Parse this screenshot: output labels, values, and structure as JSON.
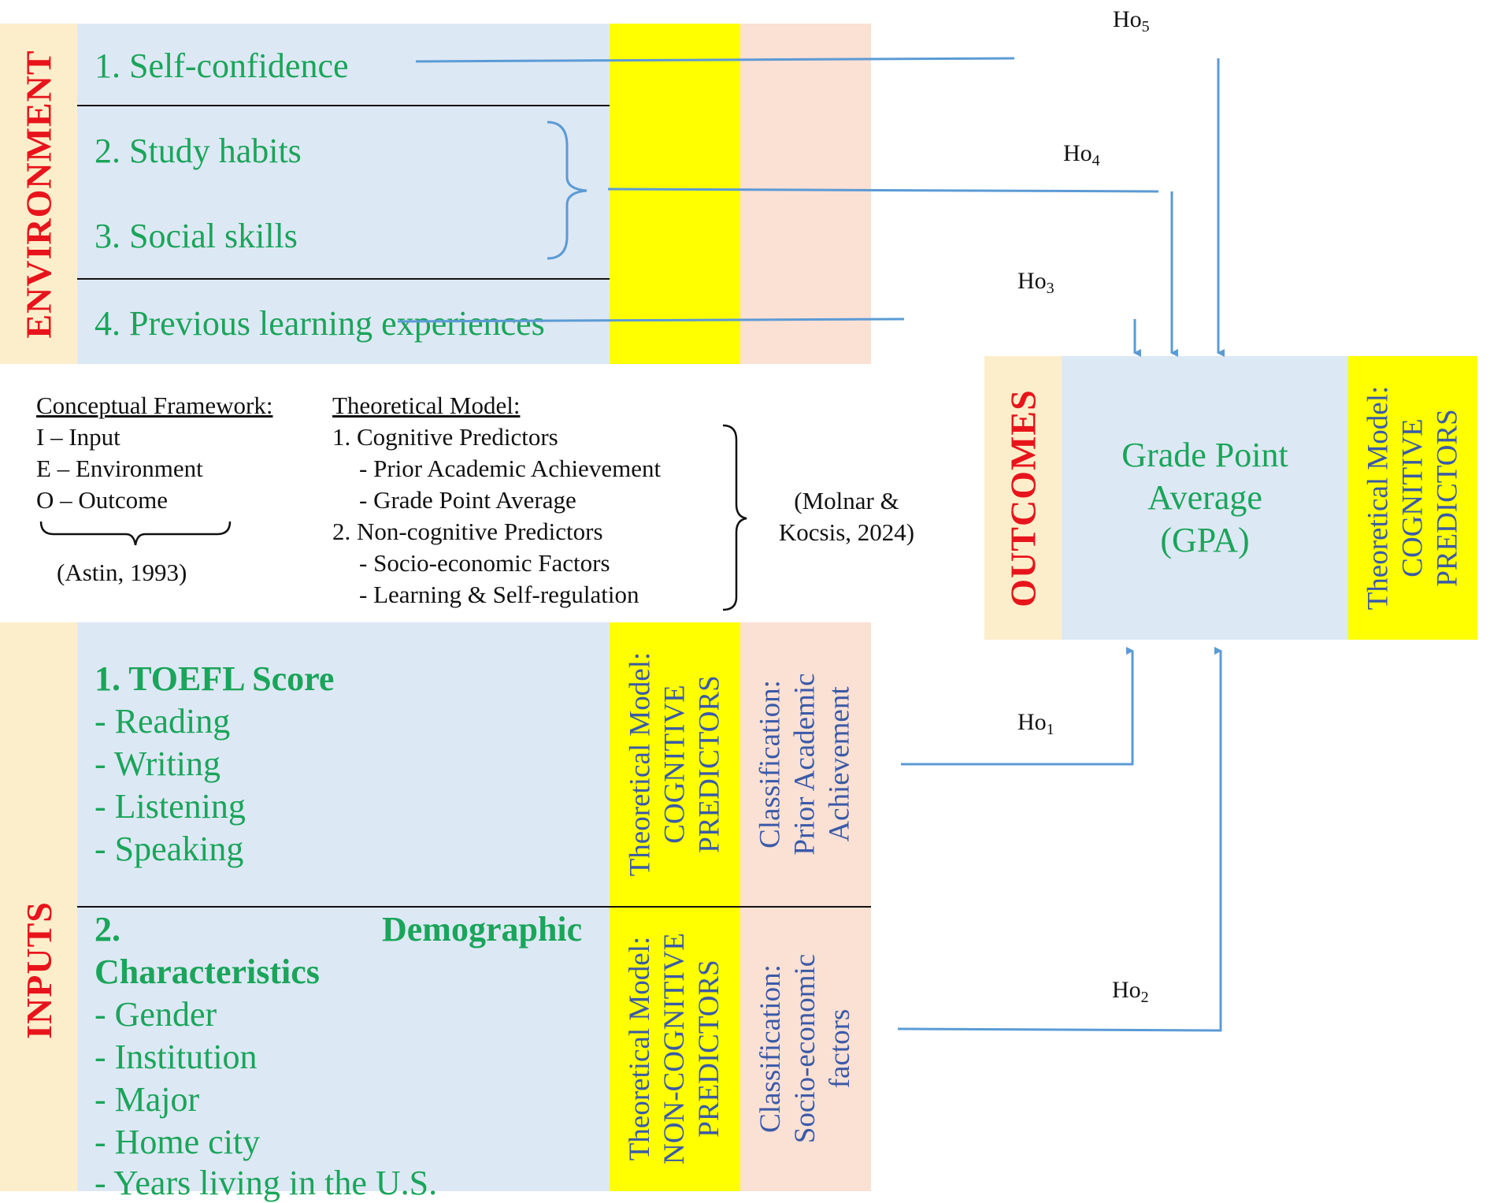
{
  "environment": {
    "label": "ENVIRONMENT",
    "items": [
      "1. Self-confidence",
      "2. Study habits",
      "3. Social skills",
      "4. Previous learning experiences"
    ]
  },
  "inputs": {
    "label": "INPUTS",
    "toefl": {
      "title": "1. TOEFL Score",
      "items": [
        "- Reading",
        "- Writing",
        "- Listening",
        "- Speaking"
      ],
      "model": [
        "Theoretical Model:",
        "COGNITIVE",
        "PREDICTORS"
      ],
      "classification": [
        "Classification:",
        "Prior Academic",
        "Achievement"
      ]
    },
    "demo": {
      "title_a": "2.",
      "title_b": "Demographic",
      "title_c": "Characteristics",
      "items": [
        "- Gender",
        "- Institution",
        "- Major",
        "- Home city",
        "- Years living in the U.S."
      ],
      "model": [
        "Theoretical Model:",
        "NON-COGNITIVE",
        "PREDICTORS"
      ],
      "classification": [
        "Classification:",
        "Socio-economic",
        "factors"
      ]
    }
  },
  "outcomes": {
    "label": "OUTCOMES",
    "gpa": [
      "Grade Point",
      "Average",
      "(GPA)"
    ],
    "model": [
      "Theoretical Model:",
      "COGNITIVE",
      "PREDICTORS"
    ]
  },
  "framework": {
    "title": "Conceptual Framework:",
    "lines": [
      "I – Input",
      "E – Environment",
      "O – Outcome"
    ],
    "citation": "(Astin, 1993)"
  },
  "theory": {
    "title": "Theoretical Model:",
    "lines": [
      "1. Cognitive Predictors",
      "   - Prior Academic Achievement",
      "   - Grade Point Average",
      "2. Non-cognitive Predictors",
      "   - Socio-economic Factors",
      "   - Learning & Self-regulation"
    ],
    "citation_a": "(Molnar &",
    "citation_b": "Kocsis, 2024)"
  },
  "hypotheses": {
    "ho1": {
      "base": "Ho",
      "sub": "1"
    },
    "ho2": {
      "base": "Ho",
      "sub": "2"
    },
    "ho3": {
      "base": "Ho",
      "sub": "3"
    },
    "ho4": {
      "base": "Ho",
      "sub": "4"
    },
    "ho5": {
      "base": "Ho",
      "sub": "5"
    }
  },
  "colors": {
    "label_red": "#e8141b",
    "item_green": "#1aa55a",
    "vertical_blue": "#3a5aa8",
    "arrow_blue": "#5b9bd5",
    "panel_blue": "#dde8f5",
    "panel_peach": "#fdeecb",
    "panel_yellow": "#ffff00",
    "panel_pink": "#fbe0d4"
  }
}
